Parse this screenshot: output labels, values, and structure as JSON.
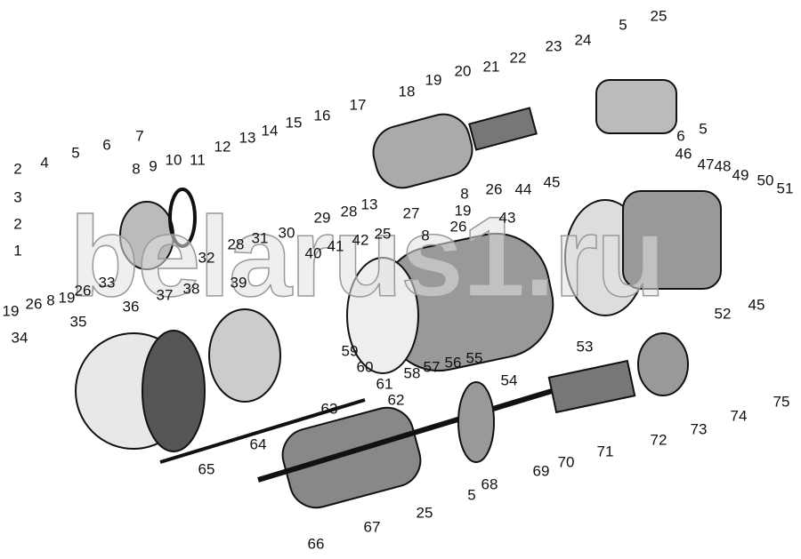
{
  "watermark": "belarus1.ru",
  "labels": [
    "2",
    "4",
    "5",
    "6",
    "7",
    "8",
    "9",
    "10",
    "11",
    "12",
    "13",
    "14",
    "15",
    "16",
    "17",
    "18",
    "19",
    "20",
    "21",
    "22",
    "23",
    "24",
    "5",
    "25",
    "3",
    "2",
    "1",
    "19",
    "26",
    "8",
    "19",
    "26",
    "33",
    "32",
    "28",
    "31",
    "30",
    "29",
    "28",
    "13",
    "27",
    "8",
    "26",
    "45",
    "44",
    "46",
    "47",
    "48",
    "49",
    "50",
    "51",
    "5",
    "6",
    "19",
    "26",
    "8",
    "25",
    "42",
    "43",
    "41",
    "40",
    "39",
    "38",
    "37",
    "36",
    "35",
    "34",
    "59",
    "60",
    "61",
    "58",
    "57",
    "56",
    "55",
    "54",
    "53",
    "52",
    "45",
    "62",
    "63",
    "64",
    "65",
    "68",
    "69",
    "70",
    "71",
    "72",
    "73",
    "74",
    "75",
    "25",
    "5",
    "67",
    "66"
  ]
}
